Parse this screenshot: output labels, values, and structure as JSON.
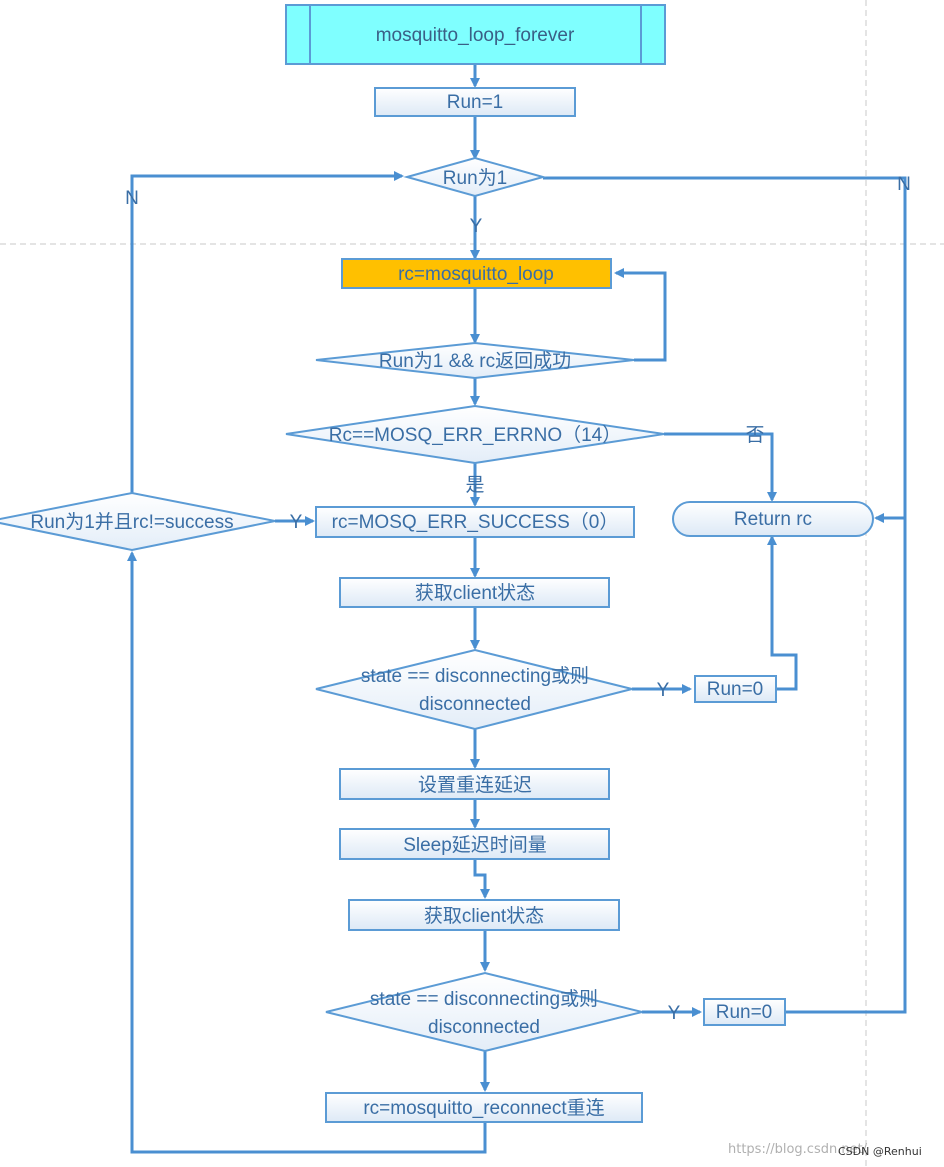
{
  "nodes": {
    "start": "mosquitto_loop_forever",
    "run_init": "Run=1",
    "cond_run": "Run为1",
    "loop_call": "rc=mosquitto_loop",
    "cond_loop": "Run为1 && rc返回成功",
    "cond_errno": "Rc==MOSQ_ERR_ERRNO（14）",
    "rc_success": "rc=MOSQ_ERR_SUCCESS（0）",
    "return_rc": "Return rc",
    "get_state_1": "获取client状态",
    "cond_state_1_line1": "state == disconnecting或则",
    "cond_state_1_line2": "disconnected",
    "run0_a": "Run=0",
    "set_delay": "设置重连延迟",
    "sleep": "Sleep延迟时间量",
    "get_state_2": "获取client状态",
    "cond_state_2_line1": "state == disconnecting或则",
    "cond_state_2_line2": "disconnected",
    "run0_b": "Run=0",
    "reconnect": "rc=mosquitto_reconnect重连",
    "cond_left": "Run为1并且rc!=success"
  },
  "edge_labels": {
    "y_run": "Y",
    "n_left": "N",
    "n_right": "N",
    "shi": "是",
    "fou": "否",
    "y_left": "Y",
    "y_state1": "Y",
    "y_state2": "Y"
  },
  "watermark": {
    "url": "https://blog.csdn.net/",
    "credit": "CSDN @Renhui"
  },
  "colors": {
    "start_fill": "#7fffff",
    "highlight_fill": "#ffc000",
    "line": "#4a8fd1",
    "text": "#3a6ea5"
  }
}
